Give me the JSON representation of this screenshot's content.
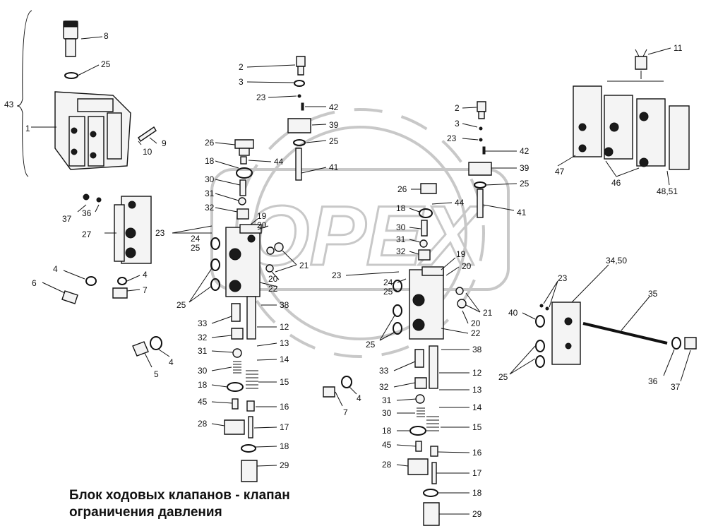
{
  "caption": {
    "line1": "Блок ходовых клапанов - клапан",
    "line2": "ограничения давления"
  },
  "watermark": {
    "text": "OPEX"
  },
  "labels": {
    "l43": "43",
    "l1": "1",
    "l8": "8",
    "l25a": "25",
    "l9": "9",
    "l10": "10",
    "l37a": "37",
    "l36a": "36",
    "l27": "27",
    "l23a": "23",
    "l4a": "4",
    "l4b": "4",
    "l6": "6",
    "l7a": "7",
    "l5": "5",
    "l4c": "4",
    "l2a": "2",
    "l3a": "3",
    "l23b": "23",
    "l42a": "42",
    "l39a": "39",
    "l25b": "25",
    "l41a": "41",
    "l26a": "26",
    "l44a": "44",
    "l18a": "18",
    "l30a": "30",
    "l31a": "31",
    "l32a": "32",
    "l24a": "24",
    "l25c": "25",
    "l19a": "19",
    "l20a": "20",
    "l21a": "21",
    "l20b": "20",
    "l22a": "22",
    "l25d": "25",
    "l38a": "38",
    "l33a": "33",
    "l12a": "12",
    "l32b": "32",
    "l13a": "13",
    "l31b": "31",
    "l14a": "14",
    "l30b": "30",
    "l15a": "15",
    "l18b": "18",
    "l45a": "45",
    "l16a": "16",
    "l28a": "28",
    "l17a": "17",
    "l18c": "18",
    "l29a": "29",
    "l2b": "2",
    "l3b": "3",
    "l23c": "23",
    "l42b": "42",
    "l39b": "39",
    "l25e": "25",
    "l26b": "26",
    "l44b": "44",
    "l41b": "41",
    "l18d": "18",
    "l30c": "30",
    "l31c": "31",
    "l32c": "32",
    "l23d": "23",
    "l19b": "19",
    "l20c": "20",
    "l24b": "24",
    "l25f": "25",
    "l21b": "21",
    "l20d": "20",
    "l22b": "22",
    "l25g": "25",
    "l38b": "38",
    "l33b": "33",
    "l12b": "12",
    "l32d": "32",
    "l13b": "13",
    "l4d": "4",
    "l7b": "7",
    "l31d": "31",
    "l14b": "14",
    "l30d": "30",
    "l15b": "15",
    "l18e": "18",
    "l45b": "45",
    "l16b": "16",
    "l28b": "28",
    "l17b": "17",
    "l18f": "18",
    "l29b": "29",
    "l11": "11",
    "l47": "47",
    "l46": "46",
    "l4851": "48,51",
    "l3450": "34,50",
    "l23e": "23",
    "l40": "40",
    "l35": "35",
    "l25h": "25",
    "l36b": "36",
    "l37b": "37"
  }
}
